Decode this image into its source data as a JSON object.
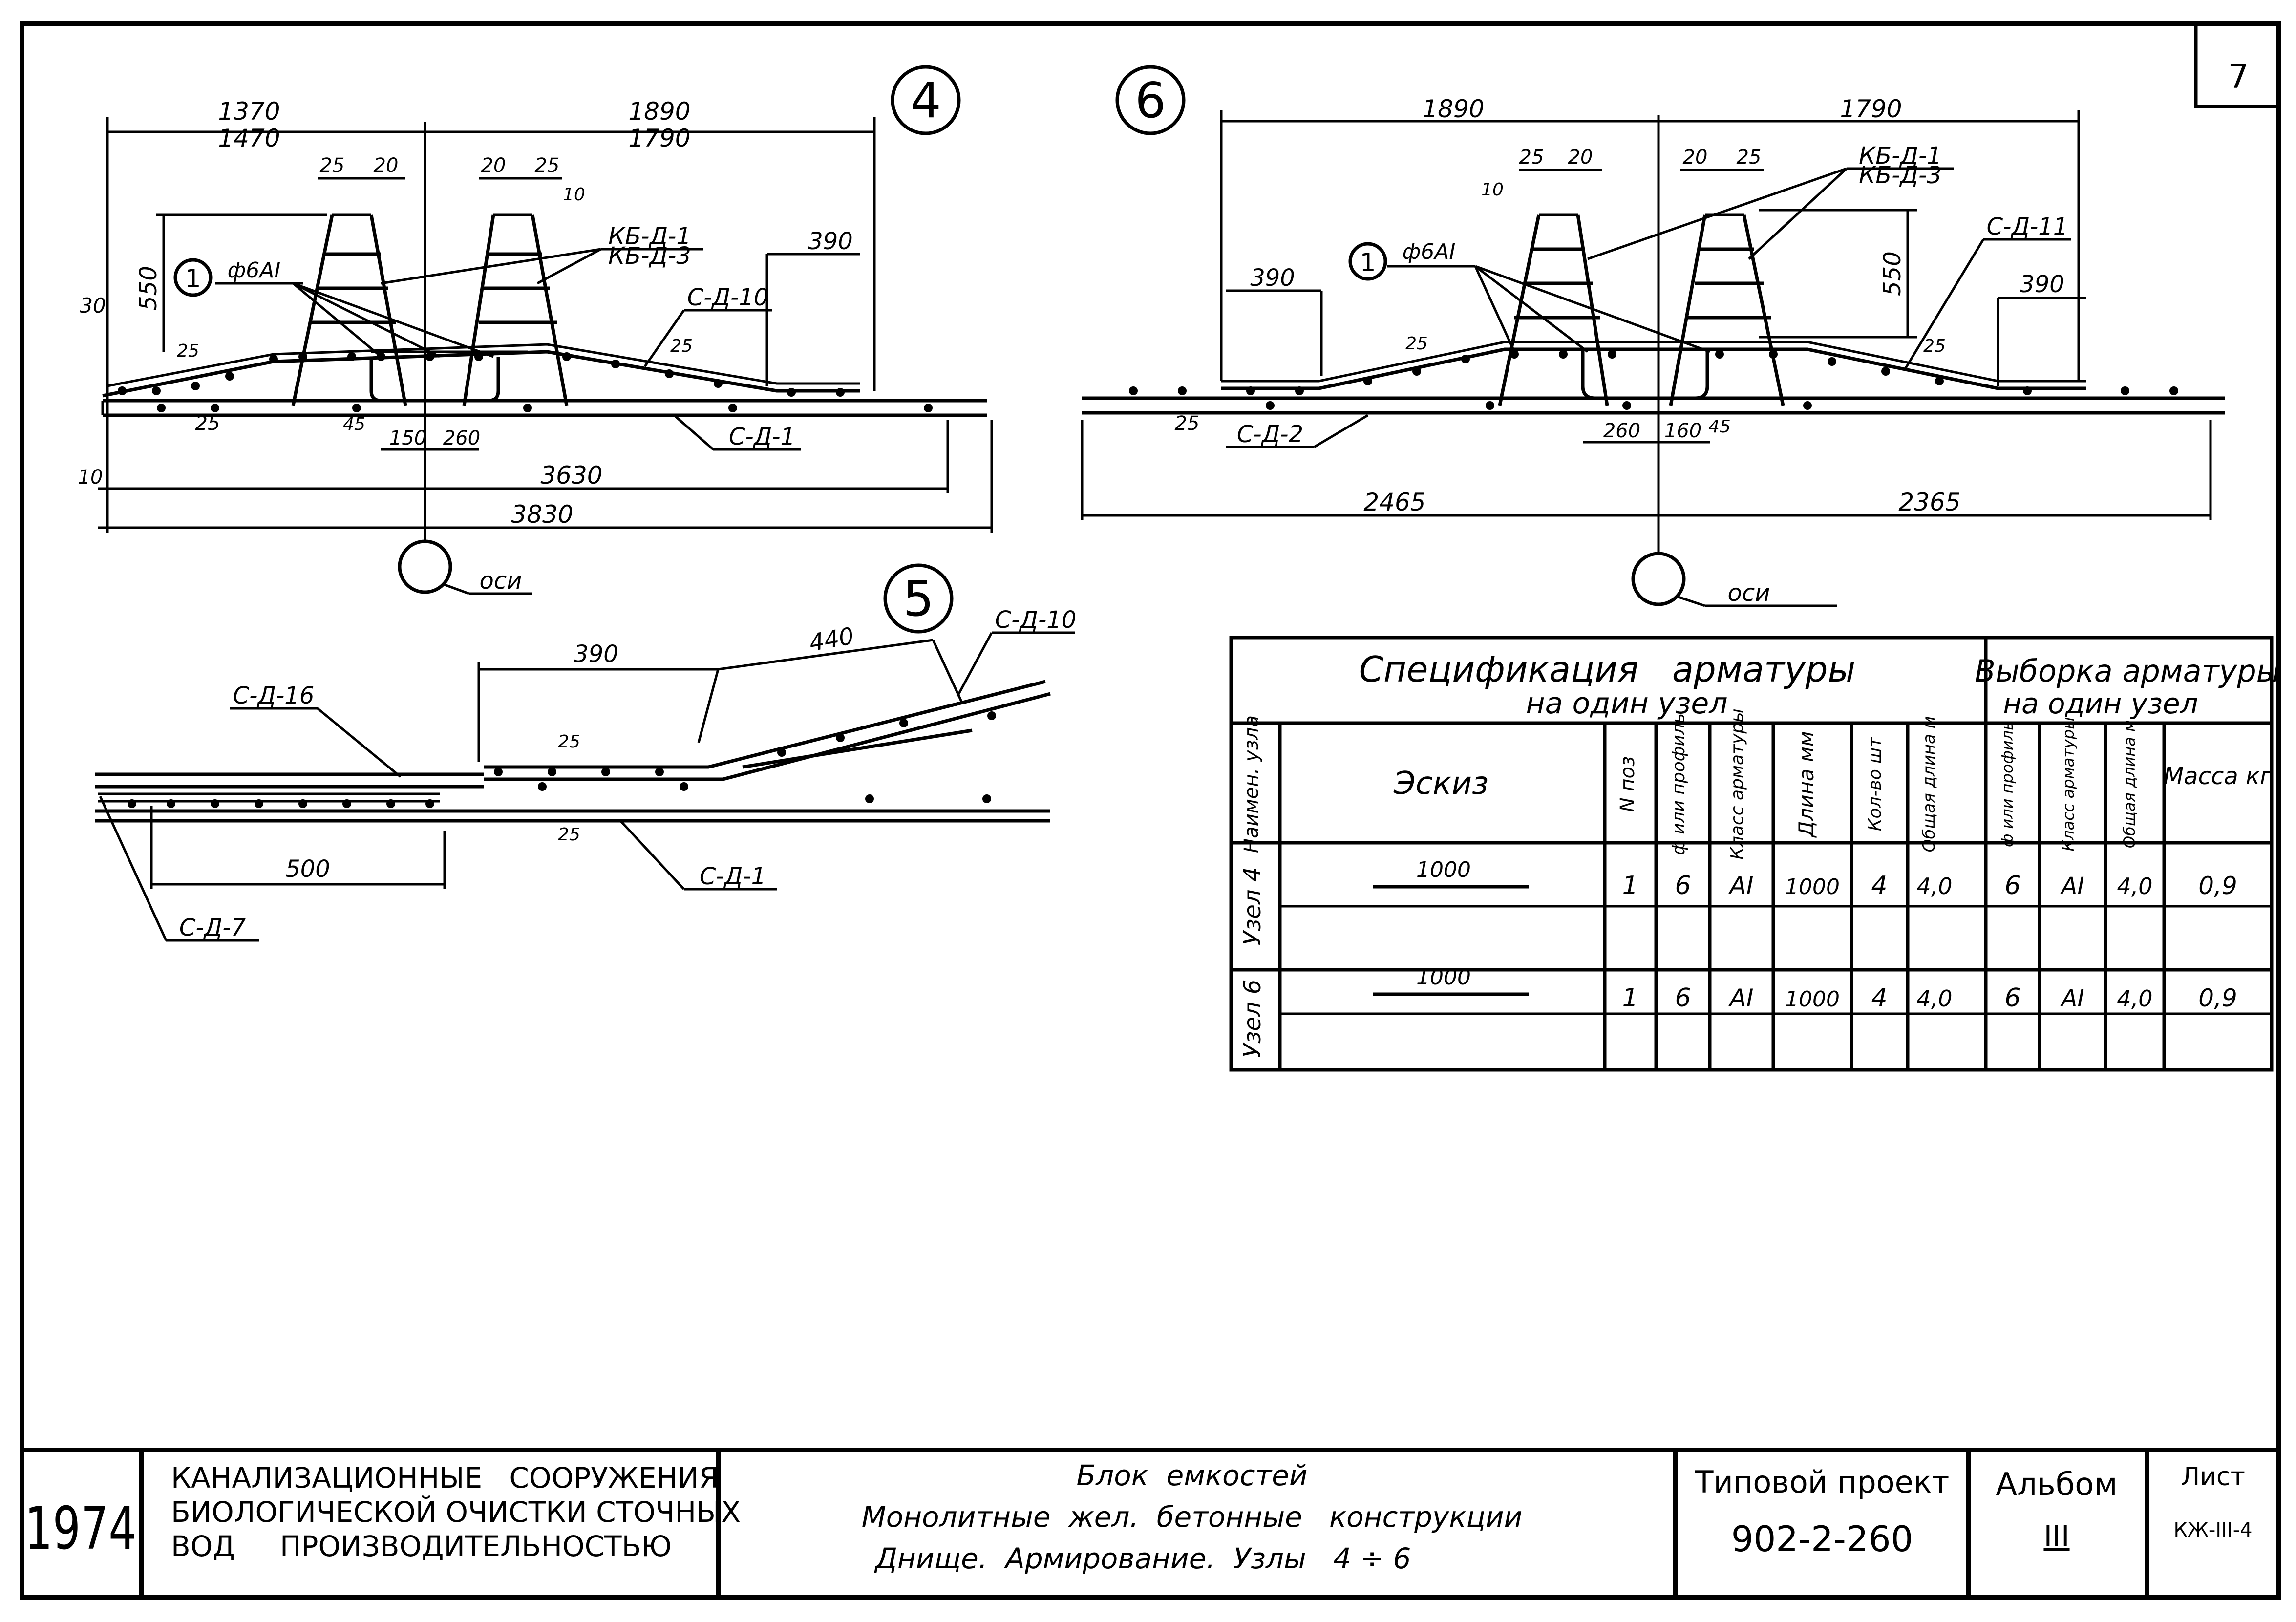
{
  "sheet_number": "7",
  "node4": {
    "label": "4",
    "dims": {
      "left_top": "1370",
      "left_bottom": "1470",
      "right_top": "1890",
      "right_bottom": "1790",
      "d25a": "25",
      "d20a": "20",
      "d20b": "20",
      "d25b": "25",
      "d10": "10",
      "d550": "550",
      "d390": "390",
      "d30": "30",
      "d25_left": "25",
      "d25_bot": "25",
      "d45": "45",
      "d25_right": "25",
      "d150": "150",
      "d260": "260",
      "d10b": "10",
      "total_inner": "3630",
      "total_outer": "3830"
    },
    "callout_num": "1",
    "bar_dia": "ф6АI",
    "frame_label_1": "КБ-Д-1",
    "frame_label_2": "КБ-Д-3",
    "mesh_top": "С-Д-10",
    "mesh_bottom": "С-Д-1",
    "axis_label": "оси"
  },
  "node6": {
    "label": "6",
    "dims": {
      "left_top": "1890",
      "right_top": "1790",
      "d25a": "25",
      "d20a": "20",
      "d20b": "20",
      "d25b": "25",
      "d10": "10",
      "d550": "550",
      "d390_left": "390",
      "d390_right": "390",
      "d25_left": "25",
      "d25_bot": "25",
      "d45": "45",
      "d25_right": "25",
      "d260": "260",
      "d160": "160",
      "left_total": "2465",
      "right_total": "2365"
    },
    "callout_num": "1",
    "bar_dia": "ф6АI",
    "frame_label_1": "КБ-Д-1",
    "frame_label_2": "КБ-Д-3",
    "mesh_top": "С-Д-11",
    "mesh_bottom": "С-Д-2",
    "axis_label": "оси"
  },
  "node5": {
    "label": "5",
    "dims": {
      "d390": "390",
      "d440": "440",
      "d25a": "25",
      "d25b": "25",
      "d500": "500"
    },
    "mesh_a": "С-Д-10",
    "mesh_b": "С-Д-16",
    "mesh_c": "С-Д-1",
    "mesh_d": "С-Д-7"
  },
  "spec_table": {
    "title_spec_line1": "Спецификация   арматуры",
    "title_spec_line2": "на один узел",
    "title_sel_line1": "Выборка арматуры",
    "title_sel_line2": "на один узел",
    "headers": {
      "name_node": "Наимен. узла",
      "sketch": "Эскиз",
      "pos": "N поз",
      "dia": "ф или профиль",
      "class": "Класс арматуры",
      "length": "Длина мм",
      "qty": "Кол-во шт",
      "total_len": "Общая длина м",
      "sel_dia": "ф или профиль",
      "sel_class": "Класс арматуры",
      "sel_total": "Общая длина м",
      "mass": "Масса кг"
    },
    "rows": [
      {
        "node": "Узел 4",
        "sketch_len": "1000",
        "pos": "1",
        "dia": "6",
        "class": "АI",
        "length": "1000",
        "qty": "4",
        "total": "4,0",
        "sel_dia": "6",
        "sel_class": "АI",
        "sel_total": "4,0",
        "mass": "0,9"
      },
      {
        "node": "Узел 6",
        "sketch_len": "1000",
        "pos": "1",
        "dia": "6",
        "class": "АI",
        "length": "1000",
        "qty": "4",
        "total": "4,0",
        "sel_dia": "6",
        "sel_class": "АI",
        "sel_total": "4,0",
        "mass": "0,9"
      }
    ]
  },
  "title_block": {
    "year": "1974",
    "org_line1": "КАНАЛИЗАЦИОННЫЕ   СООРУЖЕНИЯ",
    "org_line2": "БИОЛОГИЧЕСКОЙ ОЧИСТКИ СТОЧНЫХ",
    "org_line3": "ВОД     ПРОИЗВОДИТЕЛЬНОСТЬЮ",
    "subject_line1": "Блок  емкостей",
    "subject_line2": "Монолитные  жел.  бетонные   конструкции",
    "subject_line3": "Днище.  Армирование.  Узлы   4 ÷ 6",
    "project_label": "Типовой проект",
    "project_number": "902-2-260",
    "album_label": "Альбом",
    "album_number": "III",
    "sheet_label": "Лист",
    "sheet_code": "КЖ-III-4"
  }
}
